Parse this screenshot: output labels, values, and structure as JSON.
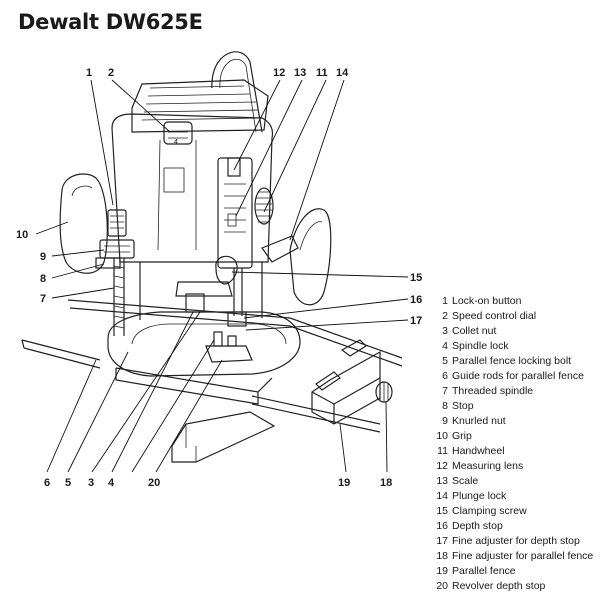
{
  "title": "Dewalt DW625E",
  "parts": [
    {
      "number": "1",
      "name": "Lock-on button"
    },
    {
      "number": "2",
      "name": "Speed control dial"
    },
    {
      "number": "3",
      "name": "Collet nut"
    },
    {
      "number": "4",
      "name": "Spindle lock"
    },
    {
      "number": "5",
      "name": "Parallel fence locking bolt"
    },
    {
      "number": "6",
      "name": "Guide rods for parallel fence"
    },
    {
      "number": "7",
      "name": "Threaded spindle"
    },
    {
      "number": "8",
      "name": "Stop"
    },
    {
      "number": "9",
      "name": "Knurled nut"
    },
    {
      "number": "10",
      "name": "Grip"
    },
    {
      "number": "11",
      "name": "Handwheel"
    },
    {
      "number": "12",
      "name": "Measuring lens"
    },
    {
      "number": "13",
      "name": "Scale"
    },
    {
      "number": "14",
      "name": "Plunge lock"
    },
    {
      "number": "15",
      "name": "Clamping screw"
    },
    {
      "number": "16",
      "name": "Depth stop"
    },
    {
      "number": "17",
      "name": "Fine adjuster for depth stop"
    },
    {
      "number": "18",
      "name": "Fine adjuster for parallel fence"
    },
    {
      "number": "19",
      "name": "Parallel fence"
    },
    {
      "number": "20",
      "name": "Revolver depth stop"
    }
  ],
  "dial_mark": "4"
}
